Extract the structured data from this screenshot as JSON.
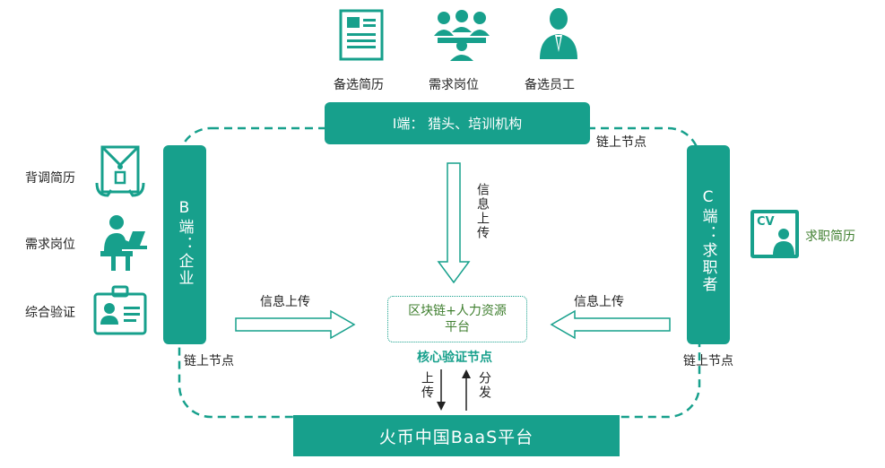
{
  "top_icons": [
    {
      "label": "备选简历",
      "icon": "resume-document-icon"
    },
    {
      "label": "需求岗位",
      "icon": "team-people-icon"
    },
    {
      "label": "备选员工",
      "icon": "businessman-icon"
    }
  ],
  "i_end": {
    "label": "I端：  猎头、培训机构"
  },
  "b_end": {
    "label": "B端：企业"
  },
  "c_end": {
    "label": "C端：求职者"
  },
  "left_items": [
    {
      "label": "背调简历",
      "icon": "envelope-document-icon"
    },
    {
      "label": "需求岗位",
      "icon": "person-at-desk-icon"
    },
    {
      "label": "综合验证",
      "icon": "id-badge-icon"
    }
  ],
  "right_item": {
    "label": "求职简历",
    "badge": "CV",
    "icon": "cv-profile-icon"
  },
  "chain_nodes": {
    "top_right": "链上节点",
    "bottom_left": "链上节点",
    "bottom_right": "链上节点"
  },
  "arrows": {
    "down_text": "信息上传",
    "left_text": "信息上传",
    "right_text": "信息上传",
    "up_text": "上传",
    "down_dist_text": "分发"
  },
  "center": {
    "title": "区块链+人力资源平台",
    "subtitle": "核心验证节点"
  },
  "bottom": {
    "title": "火币中国BaaS平台"
  },
  "colors": {
    "teal": "#17a08c",
    "olive": "#3f7f2f"
  }
}
